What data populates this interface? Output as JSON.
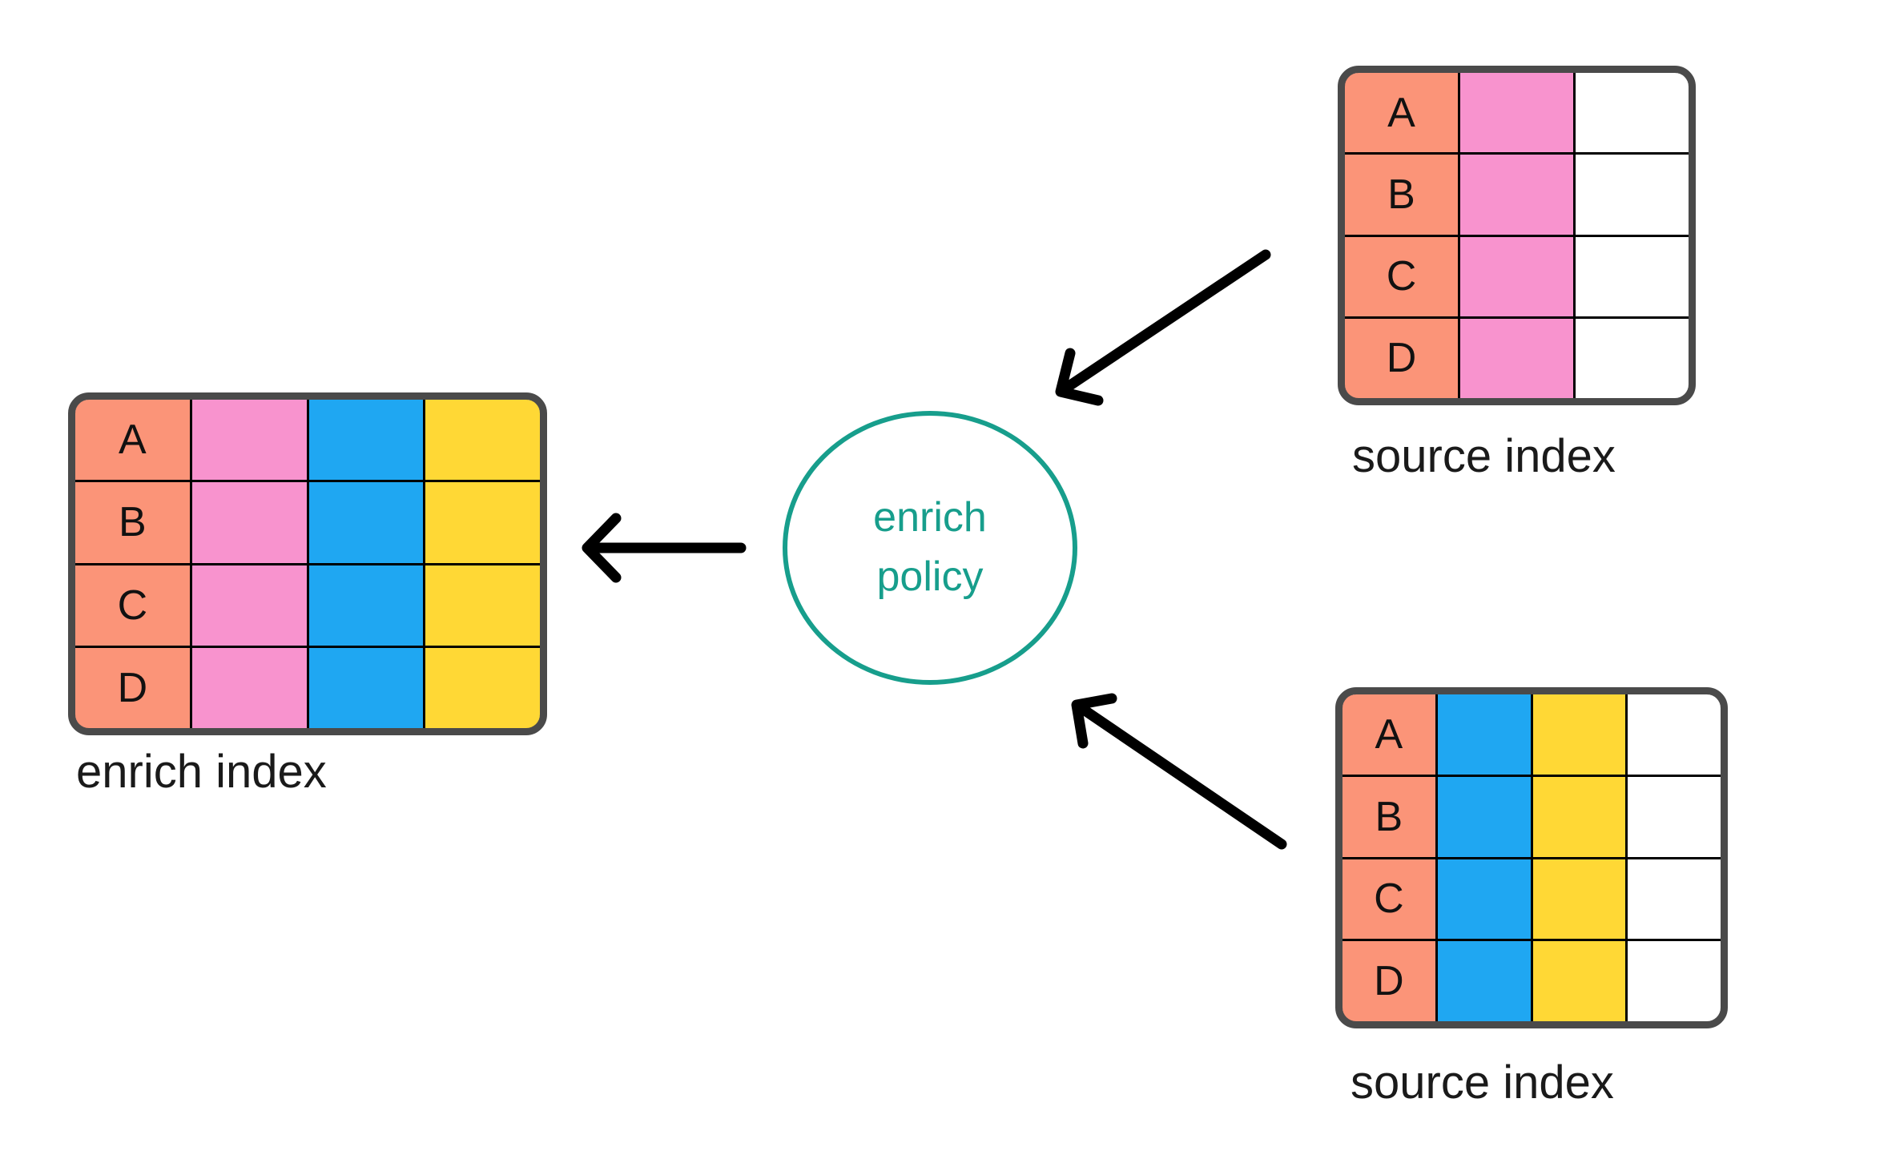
{
  "colors": {
    "salmon": "#FB9478",
    "pink": "#F893CE",
    "blue": "#1FA7F2",
    "yellow": "#FFD835",
    "teal": "#179E8C",
    "table-border": "#4A4A4A",
    "grid-line": "#000000",
    "arrow": "#000000",
    "label-text": "#1A1A1A"
  },
  "policy": {
    "line1": "enrich",
    "line2": "policy"
  },
  "tables": {
    "enrich": {
      "label": "enrich index",
      "rows": [
        "A",
        "B",
        "C",
        "D"
      ],
      "columns": [
        "salmon",
        "pink",
        "blue",
        "yellow"
      ]
    },
    "source_top": {
      "label": "source index",
      "rows": [
        "A",
        "B",
        "C",
        "D"
      ],
      "columns": [
        "salmon",
        "pink",
        "white"
      ]
    },
    "source_bottom": {
      "label": "source index",
      "rows": [
        "A",
        "B",
        "C",
        "D"
      ],
      "columns": [
        "salmon",
        "blue",
        "yellow",
        "white"
      ]
    }
  }
}
